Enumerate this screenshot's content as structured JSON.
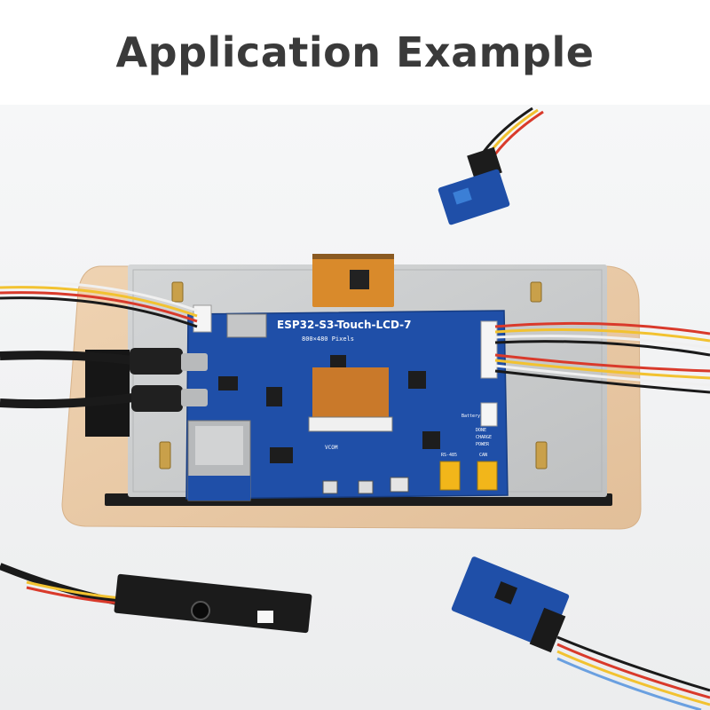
{
  "header": {
    "title": "Application Example"
  },
  "board": {
    "name": "ESP32-S3-Touch-LCD-7",
    "resolution": "800×480 Pixels",
    "labels": [
      "VCOM",
      "RS-485",
      "CAN",
      "DONE",
      "CHARGE",
      "POWER",
      "Battery"
    ]
  },
  "colors": {
    "pcb_blue": "#1f4fa8",
    "acrylic": "#e8c9a6",
    "screen_gray": "#c9cbcc",
    "background": "#f2f3f4"
  }
}
